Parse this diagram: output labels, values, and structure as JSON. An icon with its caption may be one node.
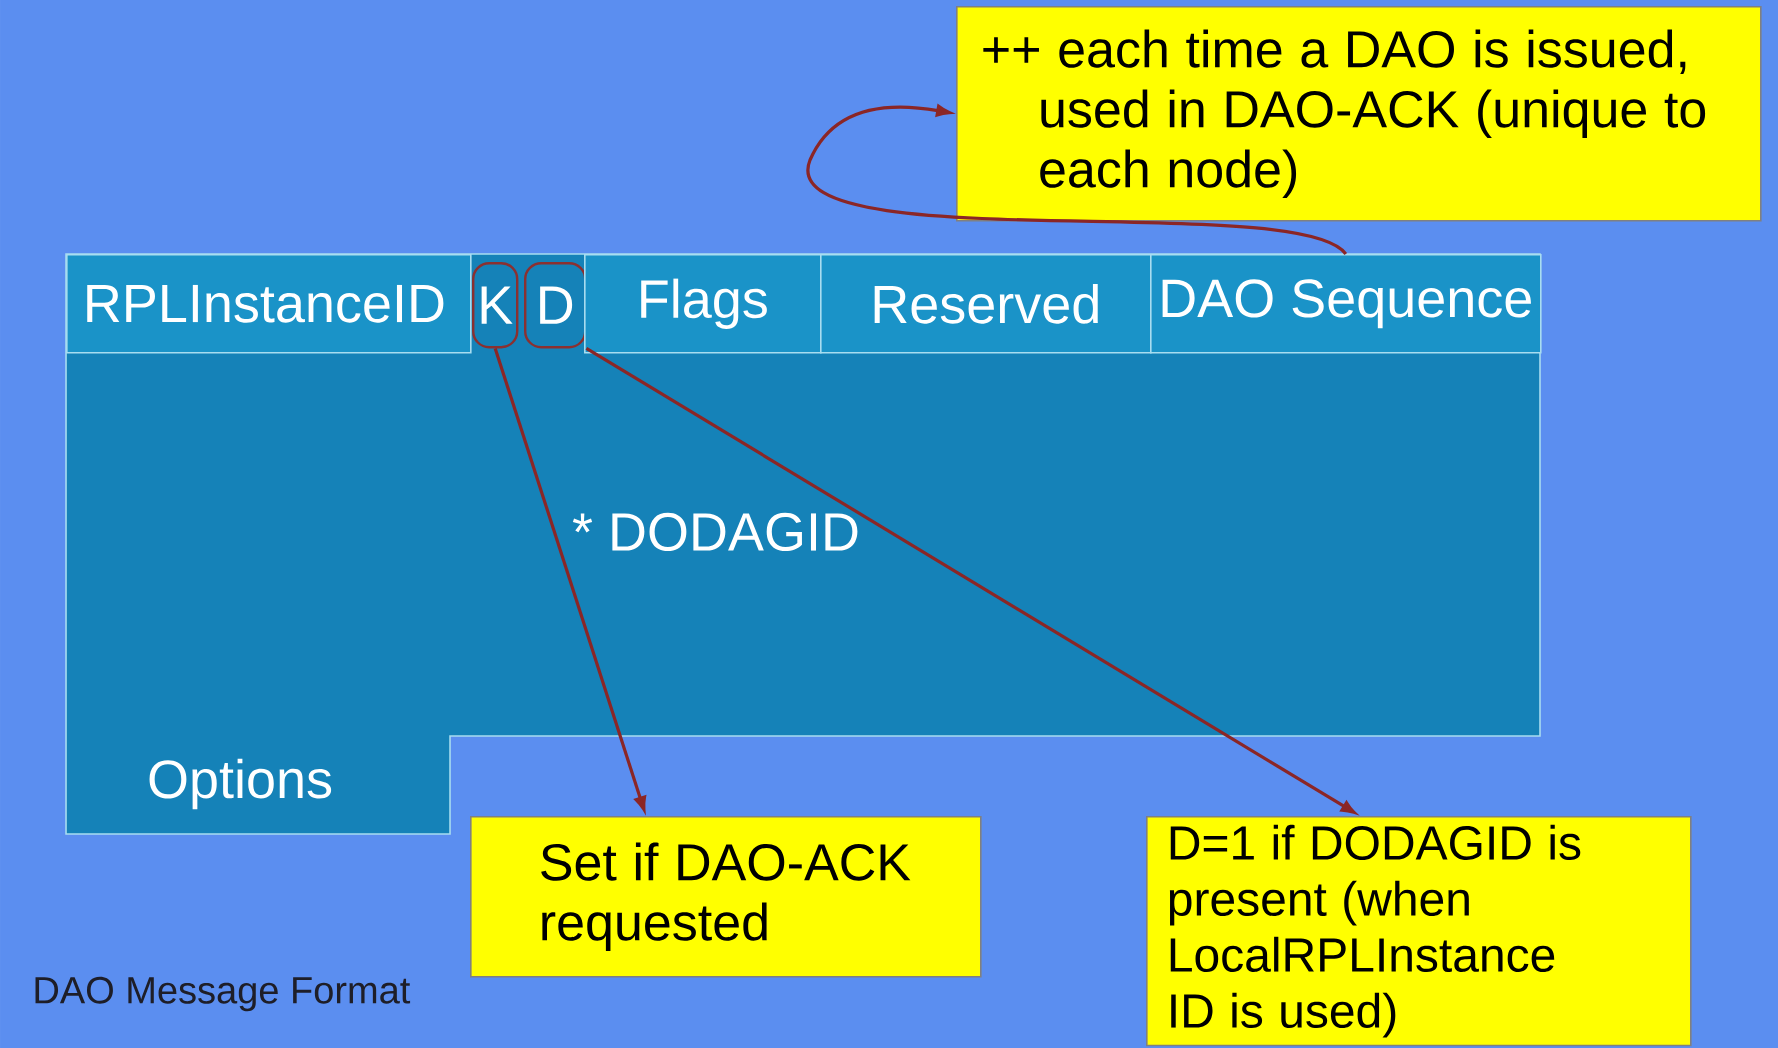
{
  "diagram": {
    "nodes": [
      {
        "text": [
          "RPLInstanceID"
        ]
      },
      {
        "text": [
          "K"
        ]
      },
      {
        "text": [
          "D"
        ]
      },
      {
        "text": [
          "Flags"
        ]
      },
      {
        "text": [
          "Reserved"
        ]
      },
      {
        "text": [
          "DAO Sequence"
        ]
      },
      {
        "text": [
          "* DODAGID"
        ]
      },
      {
        "text": [
          "Options"
        ]
      },
      {
        "text": [
          "++ each time a DAO is issued, used in DAO-ACK (unique to each node)"
        ]
      },
      {
        "text": [
          "Set if DAO-ACK requested"
        ]
      },
      {
        "text": [
          "D=1 if DODAGID is present (when LocalRPLInstance ID is used)"
        ]
      }
    ],
    "edges": [
      {
        "from": 5,
        "to": 8,
        "arrow": "to"
      },
      {
        "from": 1,
        "to": 9,
        "arrow": "to"
      },
      {
        "from": 2,
        "to": 10,
        "arrow": "to"
      }
    ],
    "labels": [
      "DAO Message Format"
    ]
  }
}
